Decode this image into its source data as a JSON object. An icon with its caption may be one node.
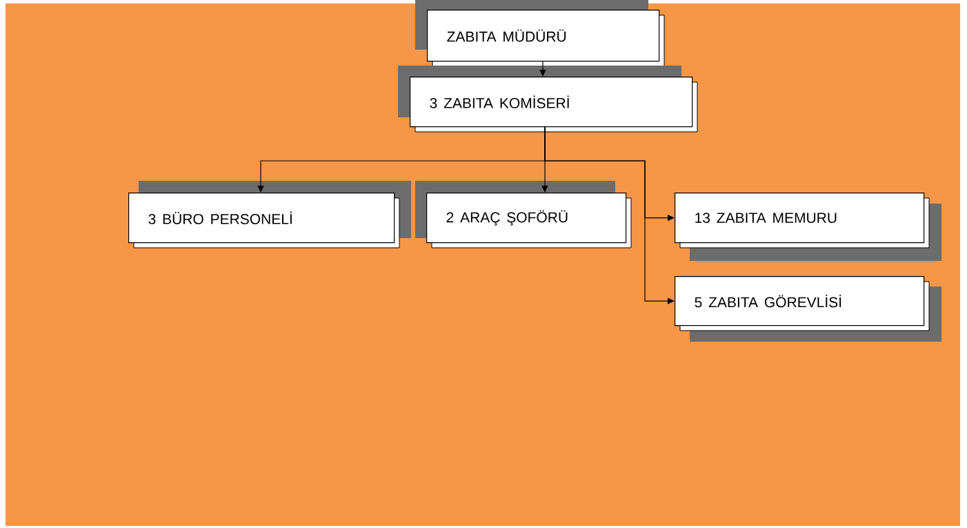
{
  "diagram": {
    "nodes": [
      {
        "text": [
          "ZABITA MÜDÜRÜ"
        ]
      },
      {
        "text": [
          "3 ZABITA KOMİSERİ"
        ]
      },
      {
        "text": [
          "3 BÜRO PERSONELİ"
        ]
      },
      {
        "text": [
          "2 ARAÇ ŞOFÖRÜ"
        ]
      },
      {
        "text": [
          "13 ZABITA MEMURU"
        ]
      },
      {
        "text": [
          "5 ZABITA GÖREVLİSİ"
        ]
      }
    ],
    "edges": [
      {
        "from": 0,
        "to": 1,
        "arrow": "to"
      },
      {
        "from": 1,
        "to": 2,
        "arrow": "to"
      },
      {
        "from": 1,
        "to": 3,
        "arrow": "to"
      },
      {
        "from": 1,
        "to": 4,
        "arrow": "to"
      },
      {
        "from": 1,
        "to": 5,
        "arrow": "to"
      }
    ]
  }
}
